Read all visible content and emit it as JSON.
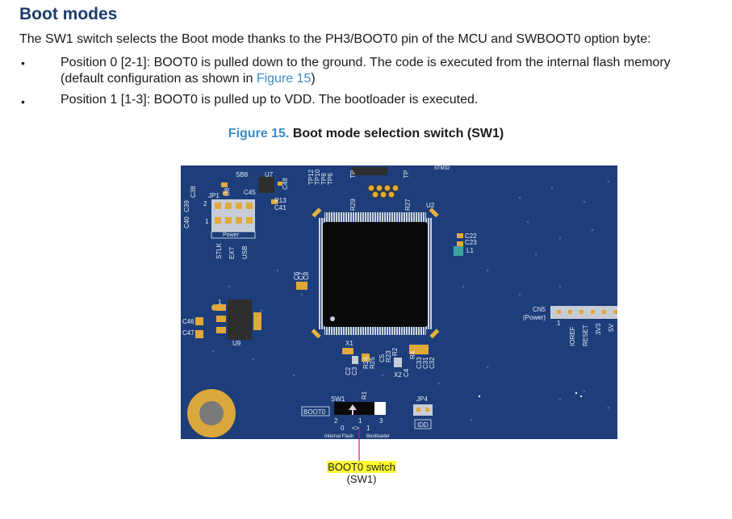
{
  "section": {
    "title": "Boot modes",
    "intro": "The SW1 switch selects the Boot mode thanks to the PH3/BOOT0 pin of the MCU and SWBOOT0 option byte:",
    "bullets": [
      {
        "line1": "Position 0 [2-1]: BOOT0 is pulled down to the ground. The code is executed from the internal flash memory",
        "line2_prefix": "(default configuration as shown in ",
        "line2_link": "Figure 15",
        "line2_suffix": ")"
      },
      {
        "line1": "Position 1 [1-3]: BOOT0 is pulled up to VDD. The bootloader is executed."
      }
    ],
    "bullet_symbol": "•"
  },
  "figure": {
    "number": "Figure 15.",
    "caption": "Boot mode selection switch (SW1)",
    "board": {
      "labels": {
        "sb8": "SB8",
        "u7": "U7",
        "jp1": "JP1",
        "u8": "U8",
        "c45": "C45",
        "c48": "C48",
        "r13": "R13",
        "c41": "C41",
        "c39": "C39",
        "c38": "C38",
        "c40": "C40",
        "tp12": "TP12",
        "tp10": "TP10",
        "tp8": "TP8",
        "tp6": "TP6",
        "tp_a": "TP",
        "tp_b": "TP",
        "stm32": "STM32",
        "r29": "R29",
        "r27": "R27",
        "u2": "U2",
        "c22": "C22",
        "c23": "C23",
        "l1": "L1",
        "power_silk": "Power",
        "stlk": "STLK",
        "ext": "EXT",
        "usb": "USB",
        "c6": "C6",
        "c7": "C7",
        "c8": "C8",
        "c46": "C46",
        "c47": "C47",
        "u9": "U9",
        "cn5": "CN5",
        "cn5_power": "(Power)",
        "ioref": "IOREF",
        "reset": "RESET",
        "v3v3": "3V3",
        "v5": "5V",
        "x1": "X1",
        "x2": "X2",
        "c2": "C2",
        "c3": "C3",
        "r24": "R24",
        "r25": "R25",
        "c5": "C5",
        "r23": "R23",
        "r2": "R2",
        "c4": "C4",
        "r4": "R4",
        "c33": "C33",
        "c31": "C31",
        "c32": "C32",
        "sw1": "SW1",
        "r1": "R1",
        "boot0": "BOOT0",
        "jp4": "JP4",
        "idd": "IDD",
        "pin2": "2",
        "pin1": "1",
        "pin3": "3",
        "pos0": "0",
        "pos1": "1",
        "internal_flash": "Internal Flash",
        "bootloader": "Bootloader",
        "arrows": "<>",
        "jp1_pin2": "2",
        "jp1_pin1": "1",
        "cn5_pin1": "1",
        "u9_pin1": "1"
      }
    },
    "callout": {
      "line1": "BOOT0 switch",
      "line2": "(SW1)"
    },
    "colors": {
      "pcb": "#1d3e7a",
      "silk": "#e6ecf5",
      "pad": "#e8b84a",
      "callout_line": "#d0147a",
      "highlight": "#ffff33"
    }
  }
}
